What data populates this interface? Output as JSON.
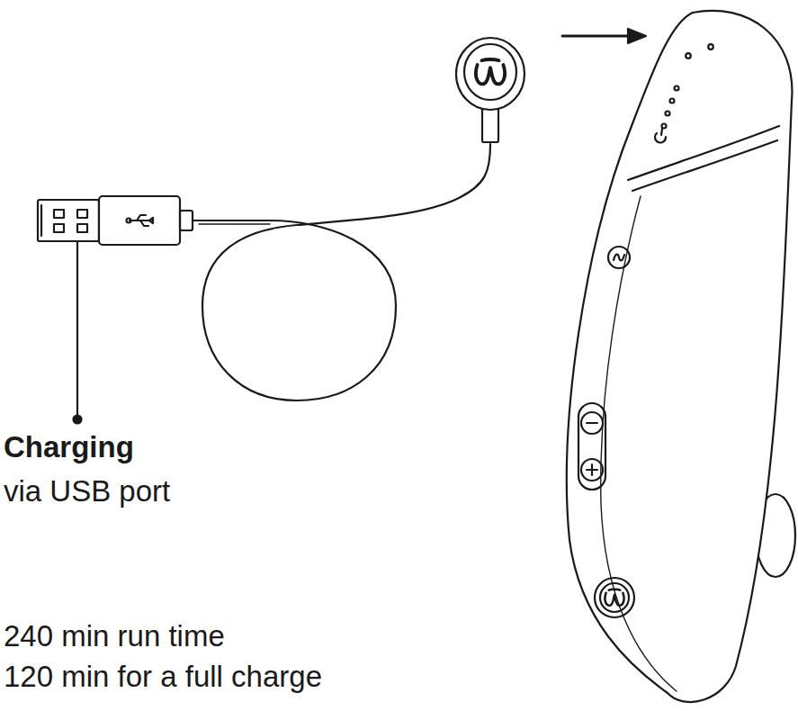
{
  "diagram": {
    "labels": [
      "Charging",
      "via USB port",
      "240 min run time",
      "120 min for a full charge"
    ]
  }
}
